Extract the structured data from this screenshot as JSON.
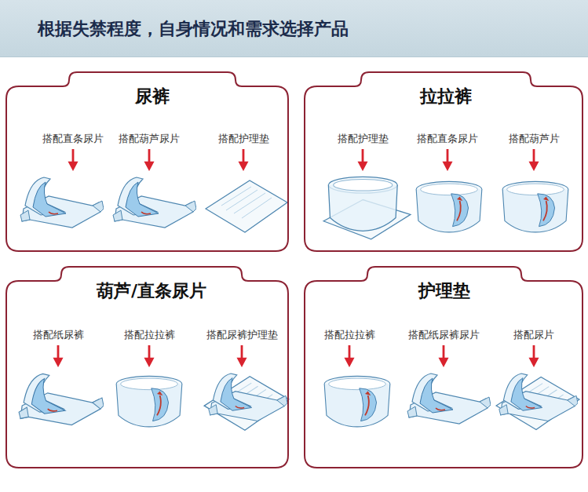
{
  "diagram": {
    "title": "根据失禁程度，自身情况和需求选择产品",
    "nodes": [
      {
        "text": [
          "尿裤",
          "搭配直条尿片",
          "搭配葫芦尿片",
          "搭配护理垫"
        ]
      },
      {
        "text": [
          "拉拉裤",
          "搭配护理垫",
          "搭配直条尿片",
          "搭配葫芦片"
        ]
      },
      {
        "text": [
          "葫芦/直条尿片",
          "搭配纸尿裤",
          "搭配拉拉裤",
          "搭配尿裤护理垫"
        ]
      },
      {
        "text": [
          "护理垫",
          "搭配拉拉裤",
          "搭配纸尿裤尿片",
          "搭配尿片"
        ]
      }
    ]
  }
}
